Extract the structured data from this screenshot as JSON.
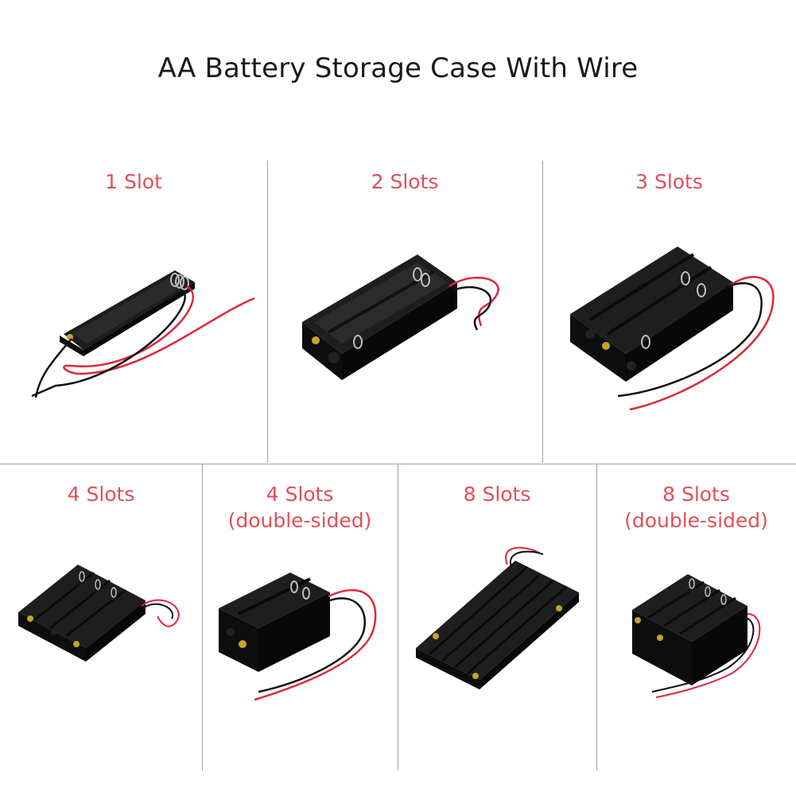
{
  "title": "AA Battery Storage Case With Wire",
  "colors": {
    "label": "#e0505a",
    "case": "#141414",
    "spring": "#b8b8b8",
    "wire_red": "#e0263a",
    "wire_black": "#111111",
    "contact": "#c9a227"
  },
  "variants": [
    {
      "label": "1 Slot",
      "sublabel": "",
      "icon": "battery-holder-1-slot"
    },
    {
      "label": "2 Slots",
      "sublabel": "",
      "icon": "battery-holder-2-slots"
    },
    {
      "label": "3 Slots",
      "sublabel": "",
      "icon": "battery-holder-3-slots"
    },
    {
      "label": "4 Slots",
      "sublabel": "",
      "icon": "battery-holder-4-slots"
    },
    {
      "label": "4 Slots",
      "sublabel": "(double-sided)",
      "icon": "battery-holder-4-slots-double-sided"
    },
    {
      "label": "8 Slots",
      "sublabel": "",
      "icon": "battery-holder-8-slots"
    },
    {
      "label": "8 Slots",
      "sublabel": "(double-sided)",
      "icon": "battery-holder-8-slots-double-sided"
    }
  ]
}
